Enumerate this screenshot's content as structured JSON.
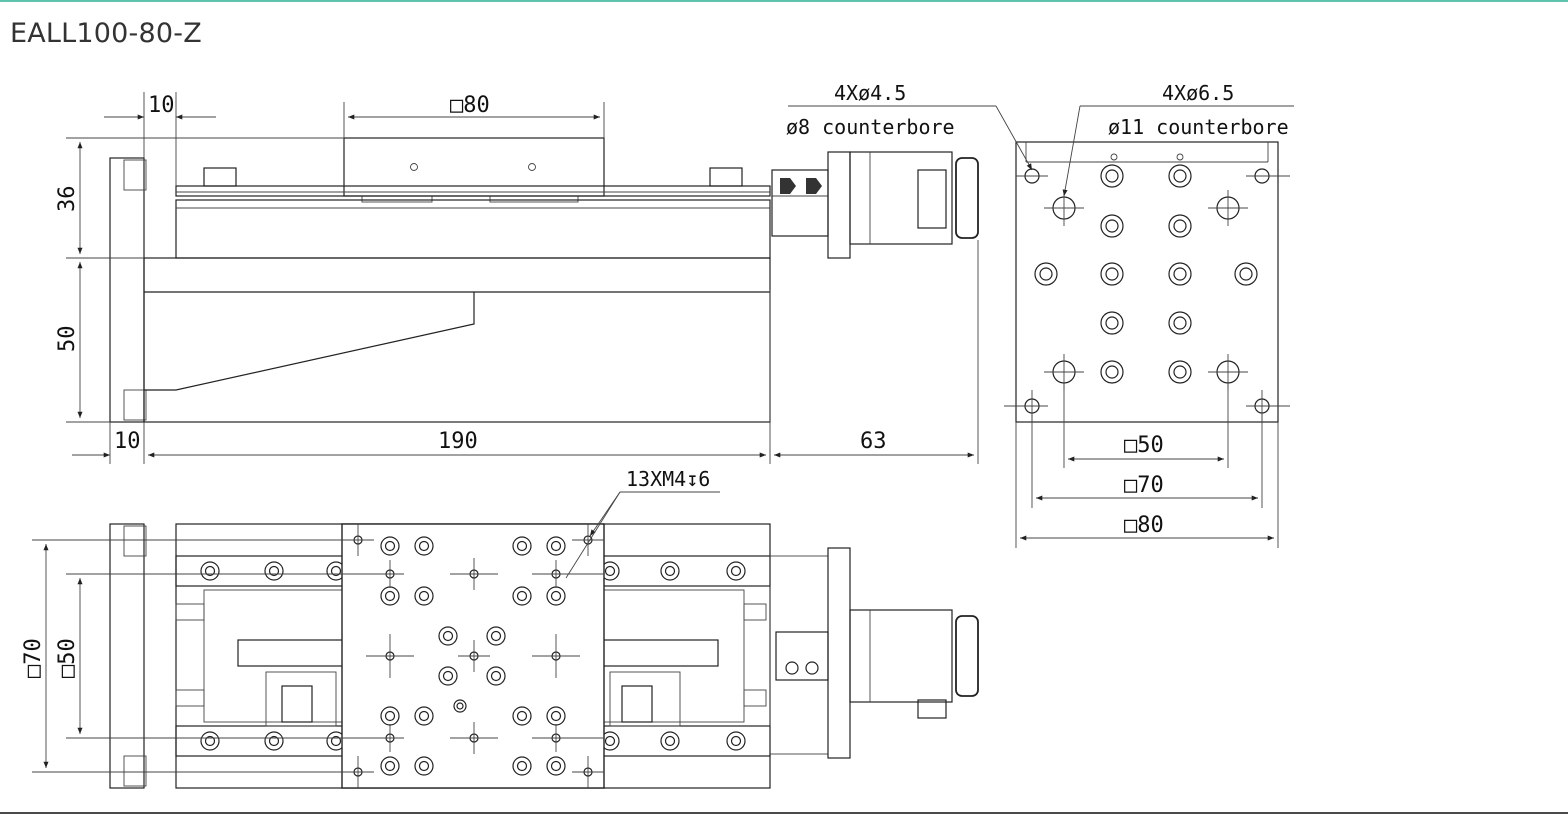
{
  "header": {
    "title": "EALL100-80-Z"
  },
  "side_view": {
    "dims": {
      "top_offset": "10",
      "table_width": "□80",
      "upper_height": "36",
      "lower_height": "50",
      "left_base": "10",
      "body_length": "190",
      "motor_length": "63"
    }
  },
  "end_view": {
    "hole_spec_1": {
      "count": "4Xø4.5",
      "counterbore": "ø8 counterbore"
    },
    "hole_spec_2": {
      "count": "4Xø6.5",
      "counterbore": "ø11 counterbore"
    },
    "dims": {
      "inner": "□50",
      "middle": "□70",
      "outer": "□80"
    }
  },
  "top_view": {
    "thread_spec": "13XM4↧6",
    "dims": {
      "outer": "□70",
      "inner": "□50"
    }
  },
  "colors": {
    "accent_line": "#5fc3ad",
    "ink": "#222222"
  }
}
